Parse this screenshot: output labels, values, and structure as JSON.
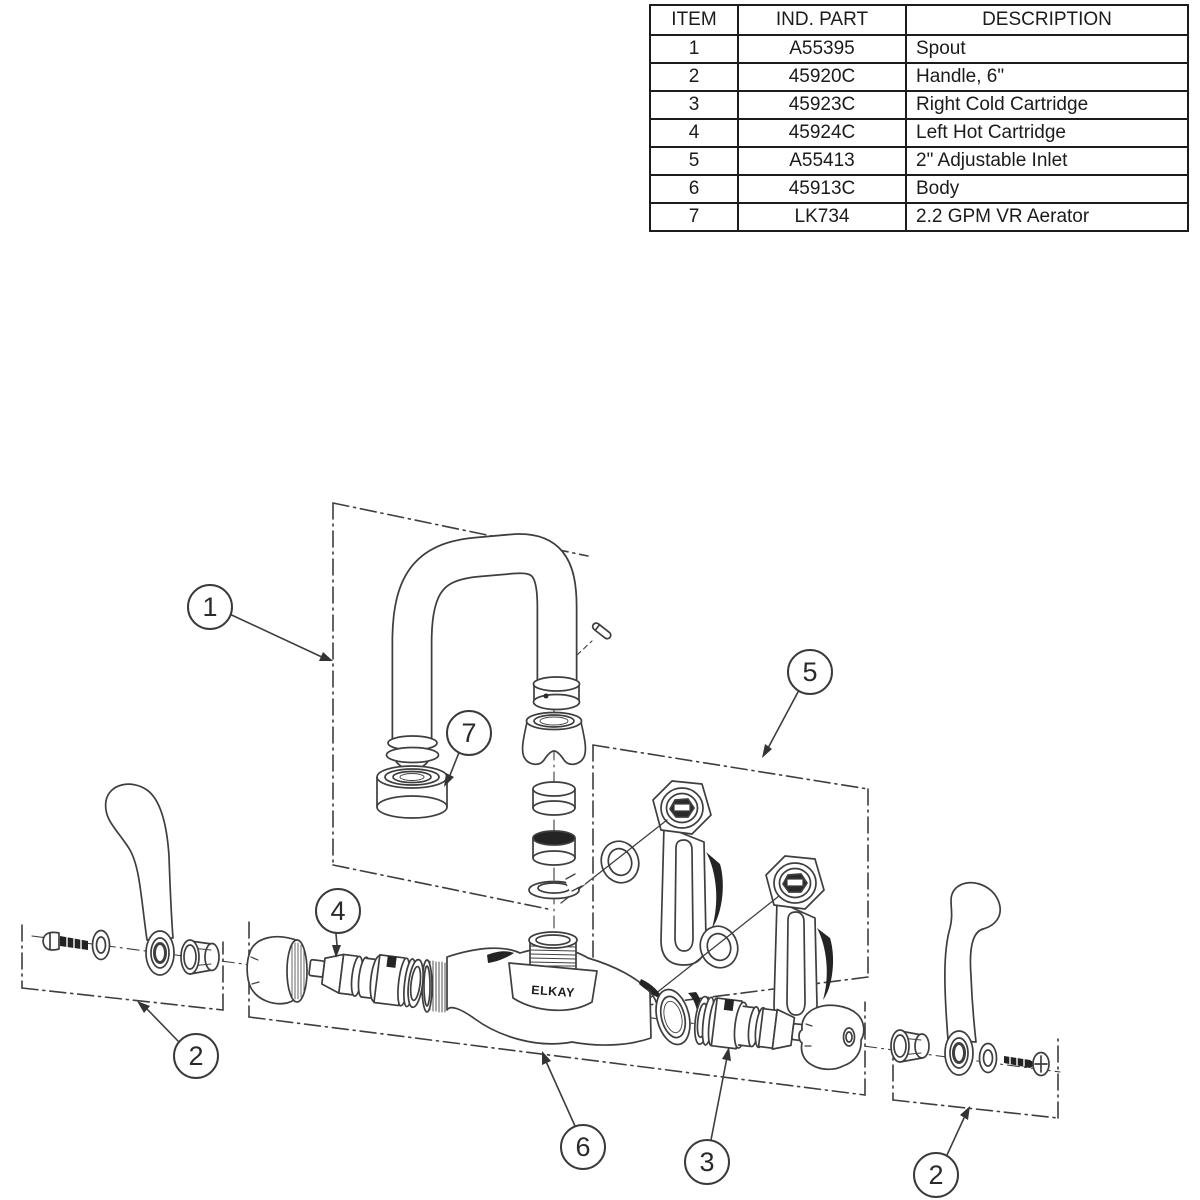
{
  "table": {
    "headers": [
      "ITEM",
      "IND. PART",
      "DESCRIPTION"
    ],
    "rows": [
      {
        "item": "1",
        "part": "A55395",
        "description": "Spout"
      },
      {
        "item": "2",
        "part": "45920C",
        "description": "Handle, 6\""
      },
      {
        "item": "3",
        "part": "45923C",
        "description": "Right Cold Cartridge"
      },
      {
        "item": "4",
        "part": "45924C",
        "description": "Left Hot Cartridge"
      },
      {
        "item": "5",
        "part": "A55413",
        "description": "2\" Adjustable Inlet"
      },
      {
        "item": "6",
        "part": "45913C",
        "description": "Body"
      },
      {
        "item": "7",
        "part": "LK734",
        "description": "2.2 GPM VR Aerator"
      }
    ]
  },
  "diagram": {
    "brand_label": "ELKAY",
    "callouts": [
      {
        "label": "1",
        "target": "Spout"
      },
      {
        "label": "7",
        "target": "2.2 GPM VR Aerator"
      },
      {
        "label": "5",
        "target": "2\" Adjustable Inlet"
      },
      {
        "label": "4",
        "target": "Left Hot Cartridge"
      },
      {
        "label": "2",
        "target": "Handle, 6\" (left)"
      },
      {
        "label": "6",
        "target": "Body"
      },
      {
        "label": "3",
        "target": "Right Cold Cartridge"
      },
      {
        "label": "2",
        "target": "Handle, 6\" (right)"
      }
    ],
    "colors": {
      "line": "#3e3e3e",
      "dark_fill": "#222222",
      "background": "#ffffff"
    }
  }
}
